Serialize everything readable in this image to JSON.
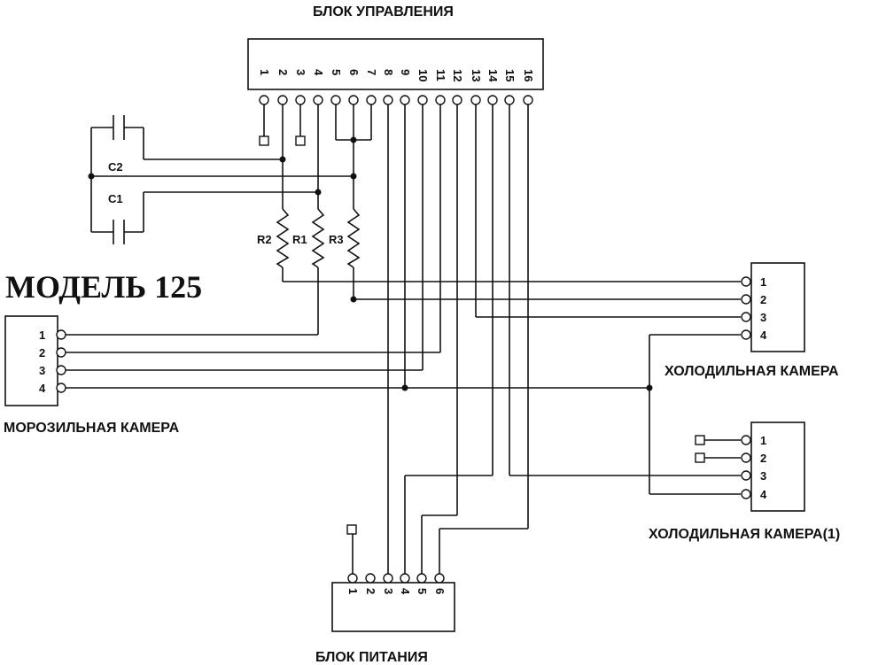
{
  "title": "МОДЕЛЬ 125",
  "control_unit": {
    "label": "БЛОК УПРАВЛЕНИЯ",
    "pins": [
      "1",
      "2",
      "3",
      "4",
      "5",
      "6",
      "7",
      "8",
      "9",
      "10",
      "11",
      "12",
      "13",
      "14",
      "15",
      "16"
    ]
  },
  "power_unit": {
    "label": "БЛОК ПИТАНИЯ",
    "pins": [
      "1",
      "2",
      "3",
      "4",
      "5",
      "6"
    ]
  },
  "freezer": {
    "label": "МОРОЗИЛЬНАЯ КАМЕРА",
    "pins": [
      "1",
      "2",
      "3",
      "4"
    ]
  },
  "fridge": {
    "label": "ХОЛОДИЛЬНАЯ  КАМЕРА",
    "pins": [
      "1",
      "2",
      "3",
      "4"
    ]
  },
  "fridge2": {
    "label": "ХОЛОДИЛЬНАЯ КАМЕРА(1)",
    "pins": [
      "1",
      "2",
      "3",
      "4"
    ]
  },
  "capacitors": {
    "c1": "C1",
    "c2": "C2"
  },
  "resistors": {
    "r1": "R1",
    "r2": "R2",
    "r3": "R3"
  }
}
